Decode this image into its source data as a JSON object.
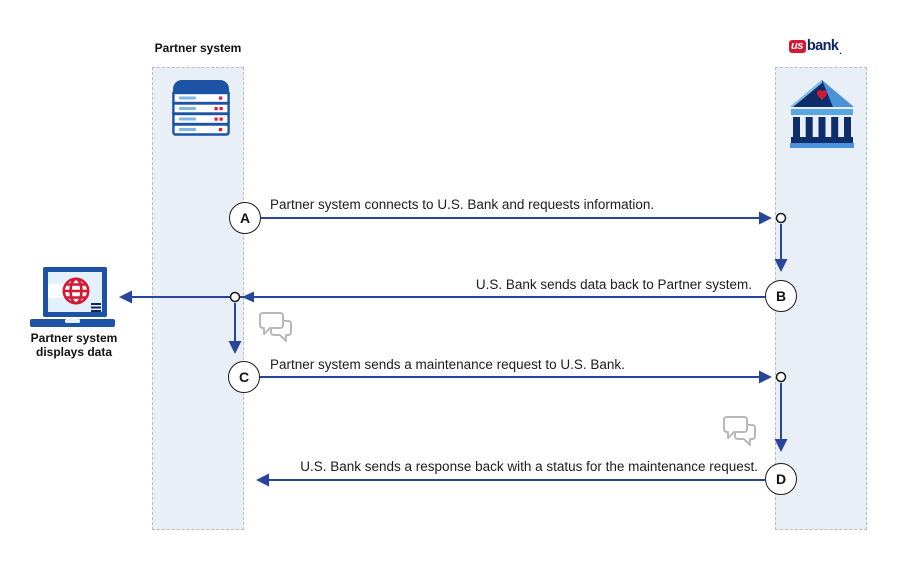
{
  "diagram": {
    "partner_lane": {
      "label": "Partner system"
    },
    "usbank_lane": {
      "logo_us": "us",
      "logo_bank": "bank",
      "logo_mark": "."
    },
    "laptop": {
      "caption_line1": "Partner system",
      "caption_line2": "displays data"
    },
    "steps": [
      {
        "id": "A",
        "text": "Partner system connects to U.S. Bank and requests information."
      },
      {
        "id": "B",
        "text": "U.S. Bank sends data back to Partner system."
      },
      {
        "id": "C",
        "text": "Partner system sends a maintenance request to U.S. Bank."
      },
      {
        "id": "D",
        "text": "U.S. Bank sends a response back with a status for the maintenance request."
      }
    ],
    "icons": {
      "partner_node": "server-icon",
      "usbank_node": "bank-building-icon",
      "display_node": "laptop-globe-icon",
      "processing": "chat-bubbles-icon"
    },
    "colors": {
      "arrow_blue": "#27459a",
      "lane_fill": "#e9eff6",
      "lane_border": "#bcbcbc",
      "brand_red": "#d41a32",
      "brand_navy": "#0a2666",
      "icon_blue": "#1c53a5",
      "icon_light_blue": "#7cb9e8",
      "bubble_gray": "#b9b9b9"
    }
  }
}
